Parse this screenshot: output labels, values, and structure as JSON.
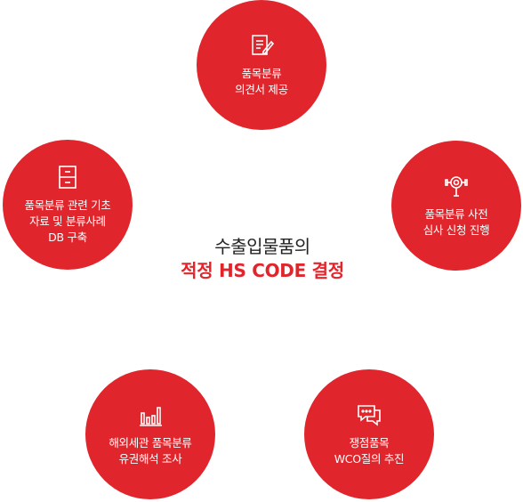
{
  "center": {
    "line1": "수출입물품의",
    "line2": "적정 HS CODE 결정"
  },
  "nodes": {
    "top": {
      "icon": "document-edit-icon",
      "line1": "품목분류",
      "line2": "의견서 제공",
      "line3": ""
    },
    "right": {
      "icon": "magnifier-lab-icon",
      "line1": "품목분류 사전",
      "line2": "심사 신청 진행",
      "line3": ""
    },
    "left": {
      "icon": "cabinet-drawer-icon",
      "line1": "품목분류 관련 기초",
      "line2": "자료 및 분류사례",
      "line3": "DB 구축"
    },
    "bottom_left": {
      "icon": "bar-chart-icon",
      "line1": "해외세관 품목분류",
      "line2": "유권해석 조사",
      "line3": ""
    },
    "bottom_right": {
      "icon": "chat-bubbles-icon",
      "line1": "쟁점품목",
      "line2": "WCO질의 추진",
      "line3": ""
    }
  },
  "colors": {
    "accent": "#e0262c",
    "text_dark": "#222222",
    "on_accent": "#ffffff"
  }
}
